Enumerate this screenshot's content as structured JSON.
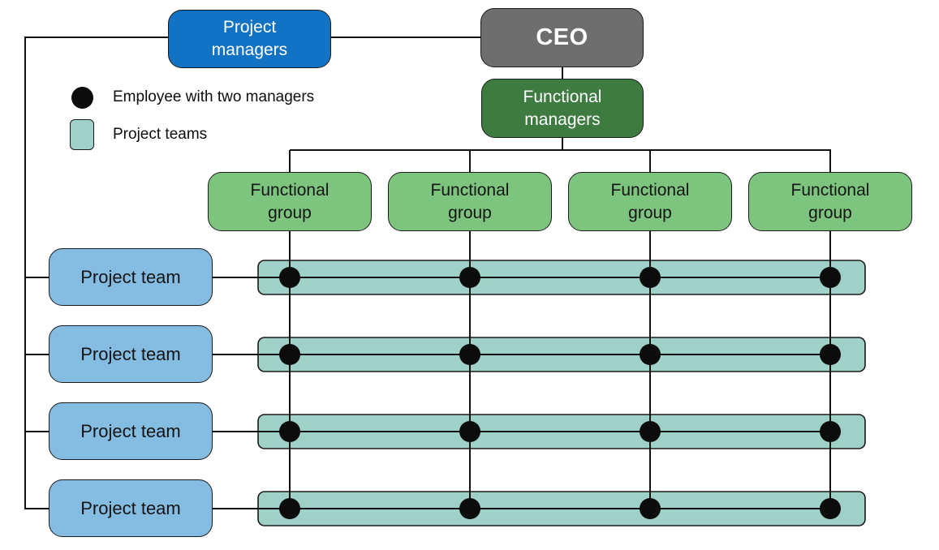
{
  "diagram_type": "matrix-organization-chart",
  "legend": {
    "items": [
      {
        "symbol": "employee-dot",
        "label": "Employee with two managers"
      },
      {
        "symbol": "project-team-swatch",
        "label": "Project teams"
      }
    ]
  },
  "nodes": {
    "ceo": {
      "label": "CEO"
    },
    "project_managers": {
      "label": "Project managers"
    },
    "functional_managers": {
      "label": "Functional managers"
    },
    "functional_groups": [
      {
        "label": "Functional group"
      },
      {
        "label": "Functional group"
      },
      {
        "label": "Functional group"
      },
      {
        "label": "Functional group"
      }
    ],
    "project_teams": [
      {
        "label": "Project team"
      },
      {
        "label": "Project team"
      },
      {
        "label": "Project team"
      },
      {
        "label": "Project team"
      }
    ]
  },
  "colors": {
    "project_managers_fill": "#1272C3",
    "ceo_fill": "#6E6E6E",
    "functional_managers_fill": "#3E7B40",
    "functional_group_fill": "#7DC57E",
    "project_team_fill": "#85BCE2",
    "project_team_bar_fill": "#9FD1C8",
    "employee_dot": "#0C0C0C",
    "connector_line": "#111111",
    "text_on_dark": "#FFFFFF",
    "text_on_light": "#141414"
  }
}
